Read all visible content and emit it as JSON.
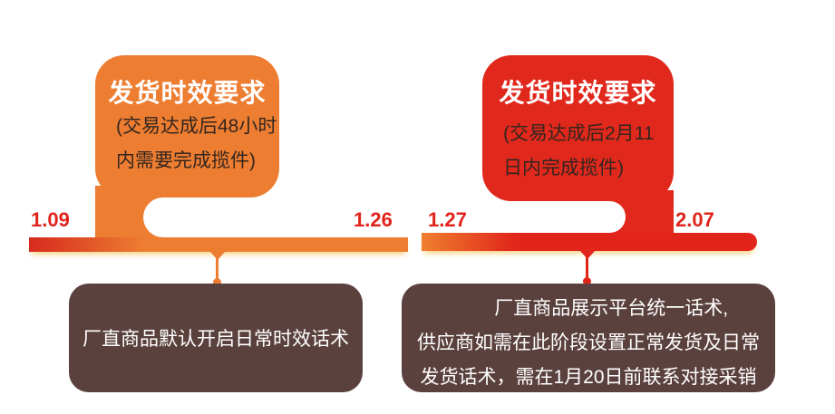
{
  "colors": {
    "orange": "#ED7D31",
    "red": "#E1251A",
    "date_red": "#E0241C",
    "note_box_brown": "#5A413E",
    "bubble_text_dark": "#33261F",
    "white": "#FFFFFF",
    "bar_left_gradient": [
      "#D62A1E",
      "#ED7D31"
    ],
    "bar_right_gradient": [
      "#EF7F2F",
      "#E1251A"
    ]
  },
  "left_group": {
    "bubble": {
      "title": "发货时效要求",
      "body_line1": "(交易达成后48小时",
      "body_line2": "内需要完成揽件)"
    },
    "start_date": "1.09",
    "end_date": "1.26",
    "note": {
      "line1": "厂直商品默认开启日常时效话术"
    }
  },
  "right_group": {
    "bubble": {
      "title": "发货时效要求",
      "body_line1": "(交易达成后2月11",
      "body_line2": "日内完成揽件)"
    },
    "start_date": "1.27",
    "end_date": "2.07",
    "note": {
      "line1": "厂直商品展示平台统一话术,",
      "line2": "供应商如需在此阶段设置正常发货及日常",
      "line3": "发货话术，需在1月20日前联系对接采销"
    }
  }
}
